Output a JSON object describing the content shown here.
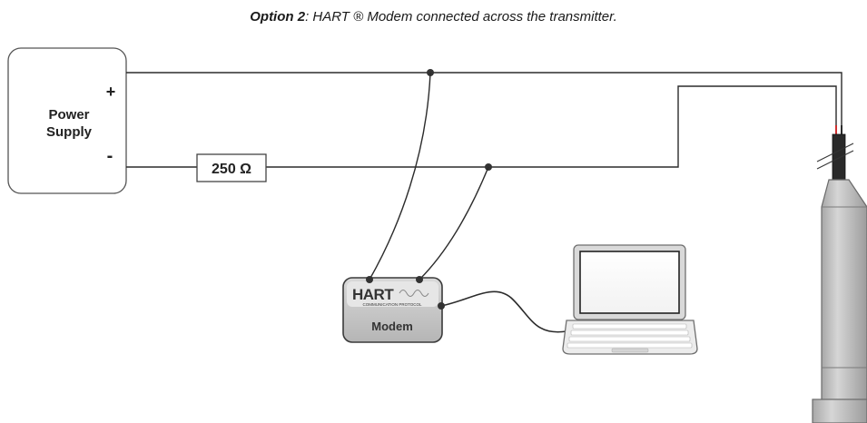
{
  "caption": {
    "option_label": "Option 2",
    "rest": ": HART ® Modem connected across the transmitter."
  },
  "power_supply": {
    "line1": "Power",
    "line2": "Supply",
    "plus": "+",
    "minus": "-"
  },
  "resistor": {
    "label": "250 Ω"
  },
  "modem": {
    "logo_text": "HART",
    "logo_subtext": "COMMUNICATION PROTOCOL",
    "label": "Modem"
  },
  "colors": {
    "wire": "#2b2b2b",
    "box_border": "#555555",
    "modem_body": "#c9c9c9",
    "transmitter_body": "#b9b9b9",
    "laptop_body": "#e8e8e8"
  }
}
